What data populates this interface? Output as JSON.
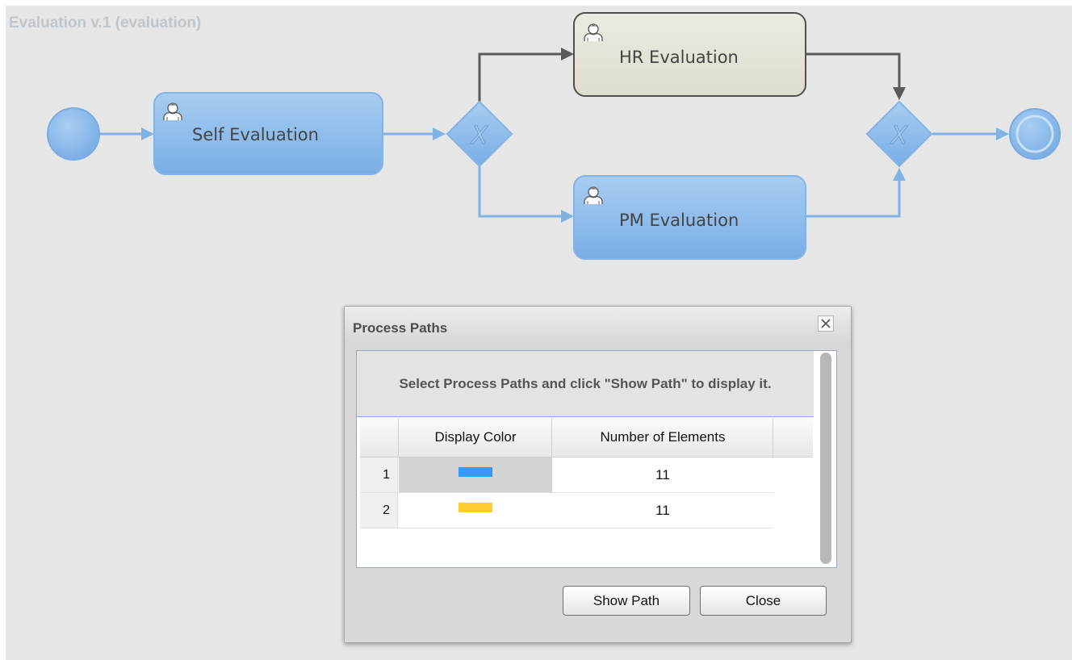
{
  "process": {
    "title": "Evaluation v.1 (evaluation)"
  },
  "diagram": {
    "tasks": {
      "self": "Self Evaluation",
      "hr": "HR Evaluation",
      "pm": "PM Evaluation"
    },
    "gateway_symbol": "X"
  },
  "dialog": {
    "title": "Process Paths",
    "instruction": "Select Process Paths and click \"Show Path\" to display it.",
    "columns": [
      "Display Color",
      "Number of Elements"
    ],
    "rows": [
      {
        "index": "1",
        "color": "#3399ff",
        "count": "11",
        "selected": true
      },
      {
        "index": "2",
        "color": "#ffcc33",
        "count": "11",
        "selected": false
      }
    ],
    "buttons": {
      "show_path": "Show Path",
      "close": "Close"
    }
  },
  "icons": {
    "task": "user-icon",
    "close": "close-icon",
    "gateway": "exclusive-gateway-icon"
  },
  "colors": {
    "active_flow": "#7fb3e6",
    "inactive_flow": "#5a5a5a",
    "task_active_fill": "#8fbde9",
    "task_inactive_fill": "#e4e3d6"
  }
}
